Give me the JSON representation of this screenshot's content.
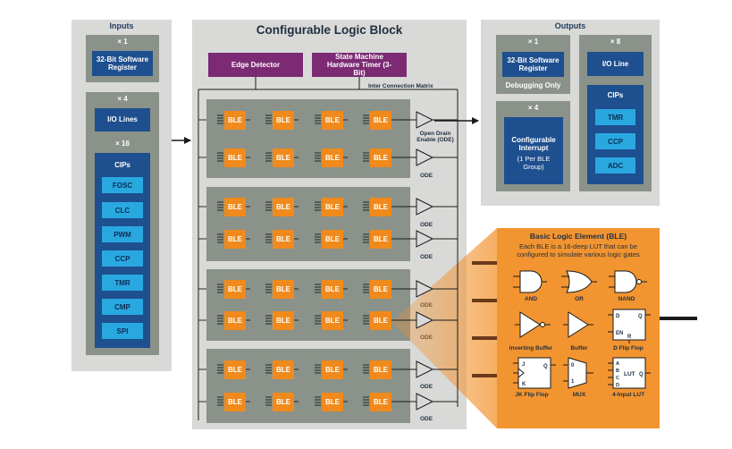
{
  "inputs": {
    "title": "Inputs",
    "register": {
      "mult": "× 1",
      "label": "32-Bit Software Register"
    },
    "io": {
      "mult": "× 4",
      "label": "I/O Lines"
    },
    "cips": {
      "mult": "× 16",
      "title": "CIPs",
      "items": [
        "FOSC",
        "CLC",
        "PWM",
        "CCP",
        "TMR",
        "CMP",
        "SPI"
      ]
    }
  },
  "clb": {
    "title": "Configurable Logic Block",
    "edge_detector": "Edge Detector",
    "state_machine": "State Machine Hardware Timer (3-Bit)",
    "matrix_label": "Inter Connection Matrix",
    "ble_label": "BLE",
    "ode_first": "Open Drain Enable (ODE)",
    "ode_label": "ODE"
  },
  "outputs": {
    "title": "Outputs",
    "register": {
      "mult": "× 1",
      "label": "32-Bit Software Register",
      "note": "Debugging Only"
    },
    "interrupt": {
      "mult": "× 4",
      "label": "Configurable Interrupt",
      "sub": "(1 Per BLE Group)"
    },
    "io": {
      "mult": "× 8",
      "label": "I/O Line"
    },
    "cips": {
      "title": "CIPs",
      "items": [
        "TMR",
        "CCP",
        "ADC"
      ]
    }
  },
  "ble_detail": {
    "title": "Basic Logic Element (BLE)",
    "desc": "Each BLE is a 16-deep LUT that can be configured to simulate various logic gates",
    "gates": [
      "AND",
      "OR",
      "NAND",
      "Inverting Buffer",
      "Buffer",
      "D Flip Flop",
      "JK Flip Flop",
      "MUX",
      "4-Input LUT"
    ],
    "dff_pins": {
      "d": "D",
      "q": "Q",
      "en": "EN",
      "r": "R"
    },
    "jk_pins": {
      "j": "J",
      "k": "K",
      "q": "Q"
    },
    "mux_pins": {
      "zero": "0",
      "one": "1"
    },
    "lut_pins": {
      "a": "A",
      "b": "B",
      "c": "C",
      "d": "D",
      "lut": "LUT",
      "q": "Q"
    }
  },
  "colors": {
    "panel": "#d9d9d8",
    "group": "#8a928a",
    "blue": "#1e4f8f",
    "cyan": "#29a8e0",
    "orange": "#f08a1c",
    "purple": "#7b2a73",
    "wire": "#1a1a1a"
  }
}
